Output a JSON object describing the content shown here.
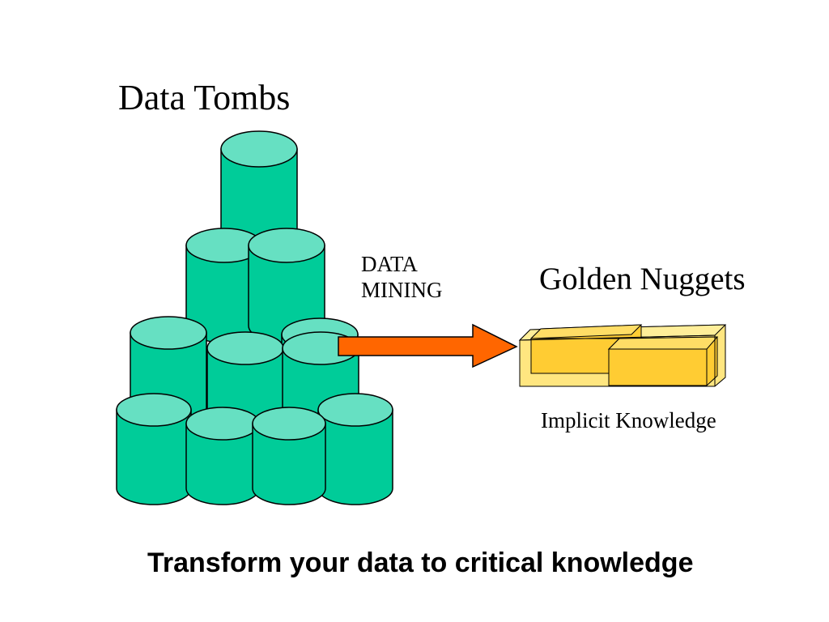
{
  "slide": {
    "data_tombs_title": "Data Tombs",
    "data_mining_label_line1": "DATA",
    "data_mining_label_line2": "MINING",
    "golden_nuggets_title": "Golden Nuggets",
    "implicit_knowledge_label": "Implicit Knowledge",
    "tagline": "Transform your data to critical knowledge"
  },
  "colors": {
    "cylinder_body": "#00cc99",
    "cylinder_top": "#66e0c2",
    "arrow": "#ff6600",
    "nugget_face": "#ffcc33",
    "nugget_light": "#ffe680",
    "outline": "#000000"
  },
  "icons": [
    "database-cylinder-icon",
    "right-arrow-icon",
    "gold-bar-icon"
  ]
}
